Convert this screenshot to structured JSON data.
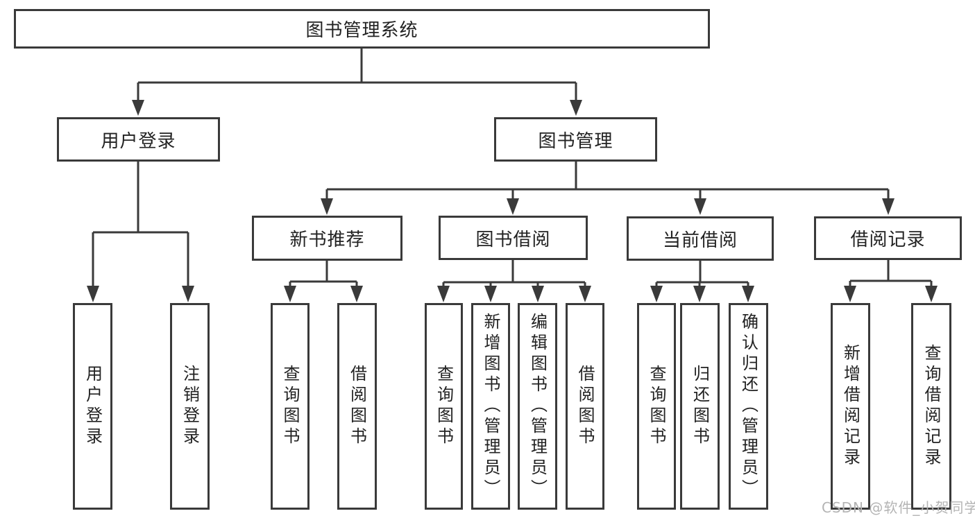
{
  "colors": {
    "background": "#ffffff",
    "line": "#3a3a3a",
    "box_border": "#3a3a3a",
    "text": "#222222",
    "watermark": "#b4b4b4"
  },
  "tree": {
    "root": "图书管理系统",
    "children": [
      {
        "label": "用户登录",
        "children": [
          "用户登录",
          "注销登录"
        ]
      },
      {
        "label": "图书管理",
        "children": [
          {
            "label": "新书推荐",
            "children": [
              "查询图书",
              "借阅图书"
            ]
          },
          {
            "label": "图书借阅",
            "children": [
              "查询图书",
              "新增图书（管理员）",
              "编辑图书（管理员）",
              "借阅图书"
            ]
          },
          {
            "label": "当前借阅",
            "children": [
              "查询图书",
              "归还图书",
              "确认归还（管理员）"
            ]
          },
          {
            "label": "借阅记录",
            "children": [
              "新增借阅记录",
              "查询借阅记录"
            ]
          }
        ]
      }
    ]
  },
  "watermark": "CSDN @软件_小贺同学"
}
